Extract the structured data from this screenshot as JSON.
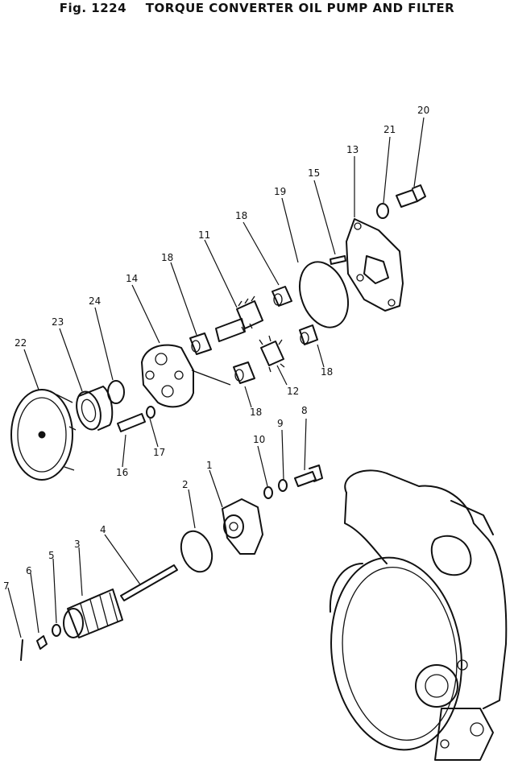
{
  "header": {
    "figure_number": "Fig. 1224",
    "title": "TORQUE CONVERTER OIL PUMP AND FILTER"
  },
  "diagram": {
    "part_labels": [
      "1",
      "2",
      "3",
      "4",
      "5",
      "6",
      "7",
      "8",
      "9",
      "10",
      "11",
      "12",
      "13",
      "14",
      "15",
      "16",
      "17",
      "18",
      "18",
      "18",
      "18",
      "19",
      "20",
      "21",
      "22",
      "23",
      "24"
    ]
  }
}
